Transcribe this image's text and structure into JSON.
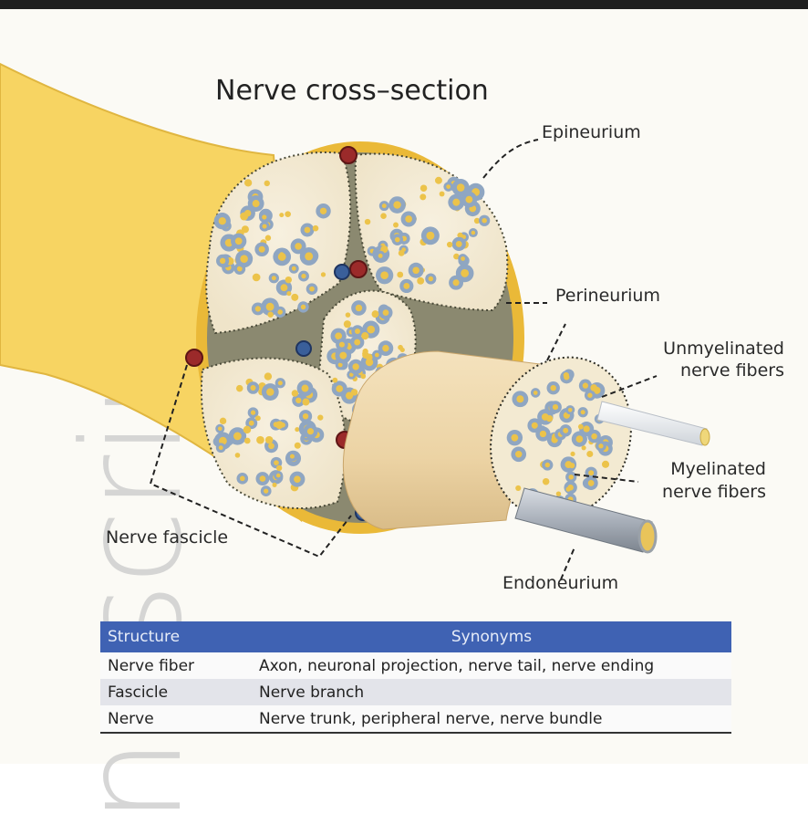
{
  "diagram": {
    "title": "Nerve cross–section",
    "labels": {
      "epineurium": "Epineurium",
      "perineurium": "Perineurium",
      "unmyelinated": [
        "Unmyelinated",
        "nerve fibers"
      ],
      "myelinated": [
        "Myelinated",
        "nerve fibers"
      ],
      "endoneurium": "Endoneurium",
      "fascicle": "Nerve fascicle"
    },
    "watermark": "nuscript",
    "colors": {
      "nerve_yellow": "#f7d462",
      "epineurium_gold": "#e8b937",
      "perineurium_gray": "#8a8a72",
      "fascicle_fill": "#f4ecd9",
      "myelin_blue": "#8fa6c2",
      "axon_yellow": "#ecc34a",
      "fascicle_tube": "#f0dcb4",
      "artery_red": "#9b2a2a",
      "vein_blue": "#3a5f9a"
    }
  },
  "table": {
    "headers": [
      "Structure",
      "Synonyms"
    ],
    "rows": [
      {
        "structure": "Nerve fiber",
        "synonyms": "Axon, neuronal projection, nerve tail, nerve ending"
      },
      {
        "structure": "Fascicle",
        "synonyms": "Nerve branch"
      },
      {
        "structure": "Nerve",
        "synonyms": "Nerve trunk, peripheral nerve, nerve bundle"
      }
    ]
  }
}
